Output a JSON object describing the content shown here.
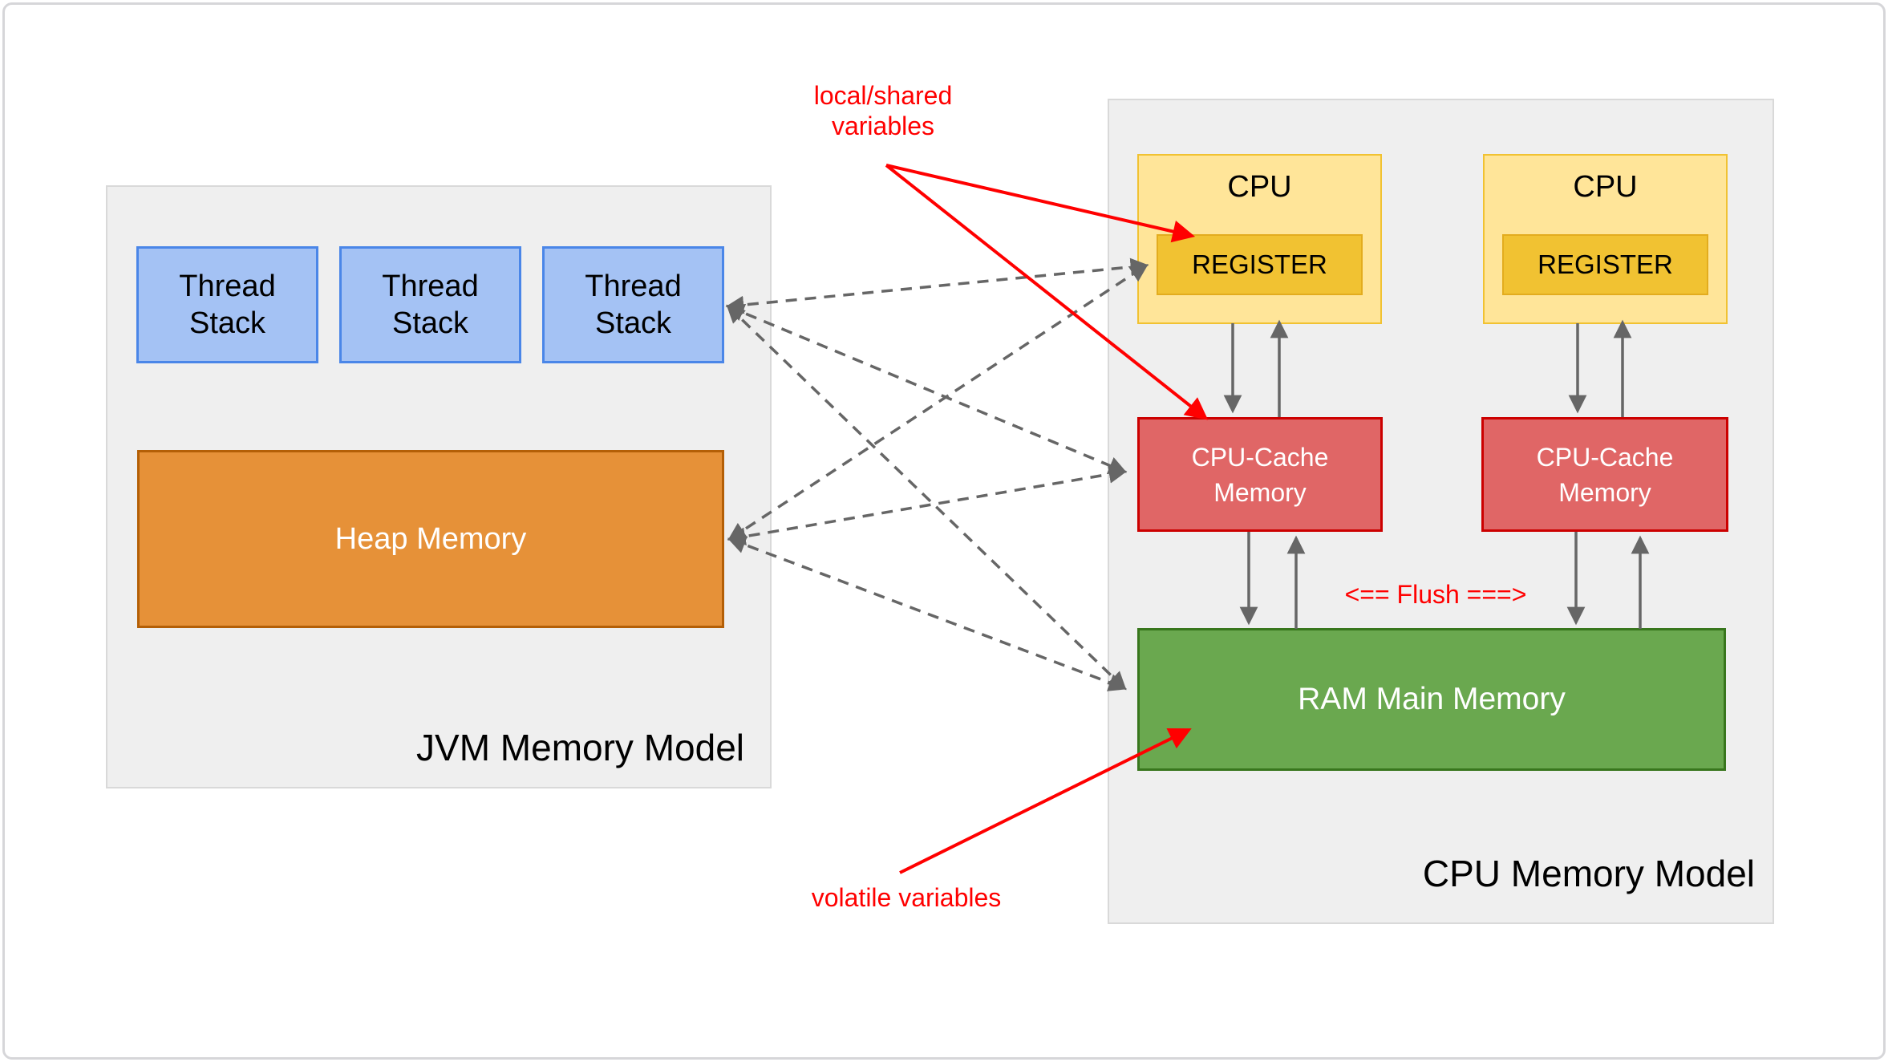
{
  "colors": {
    "panel_fill": "#efefef",
    "panel_border": "#d9d9d9",
    "thread_fill": "#a4c2f4",
    "thread_border": "#4a86e8",
    "heap_fill": "#e69138",
    "heap_border": "#b45f06",
    "cpu_fill": "#ffe599",
    "cpu_border": "#f1c232",
    "register_fill": "#f1c232",
    "cache_fill": "#e06666",
    "cache_border": "#cc0000",
    "ram_fill": "#6aa84f",
    "ram_border": "#38761d",
    "annotation_red": "#ff0000",
    "arrow_gray": "#666666"
  },
  "jvm": {
    "title": "JVM Memory Model",
    "thread_stacks": [
      {
        "label": "Thread Stack"
      },
      {
        "label": "Thread Stack"
      },
      {
        "label": "Thread Stack"
      }
    ],
    "heap_label": "Heap Memory"
  },
  "cpu": {
    "title": "CPU Memory Model",
    "units": [
      {
        "cpu_label": "CPU",
        "register_label": "REGISTER",
        "cache_label": "CPU-Cache Memory"
      },
      {
        "cpu_label": "CPU",
        "register_label": "REGISTER",
        "cache_label": "CPU-Cache Memory"
      }
    ],
    "ram_label": "RAM Main Memory"
  },
  "annotations": {
    "local_shared_label": "local/shared variables",
    "volatile_label": "volatile variables",
    "flush_label": "<== Flush ===>"
  }
}
